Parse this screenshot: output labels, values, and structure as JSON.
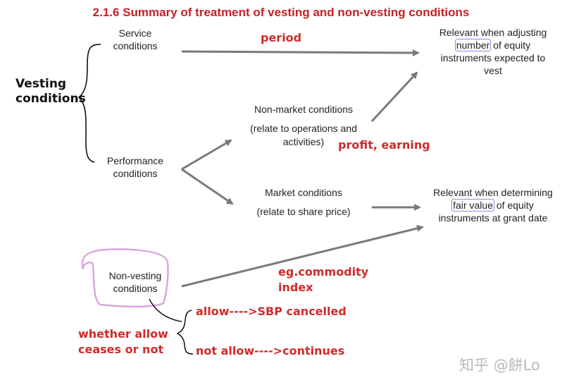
{
  "title": "2.1.6 Summary of treatment of vesting and non-vesting conditions",
  "nodes": {
    "service": [
      "Service",
      "conditions"
    ],
    "performance": [
      "Performance",
      "conditions"
    ],
    "non_market": [
      "Non-market conditions",
      "(relate to operations and",
      "activities)"
    ],
    "market": [
      "Market conditions",
      "(relate to share price)"
    ],
    "non_vesting": [
      "Non-vesting",
      "conditions"
    ],
    "adjusting": {
      "line1": "Relevant when adjusting",
      "boxed": "number",
      "line2_rest": " of equity",
      "line3": "instruments expected to",
      "line4": "vest"
    },
    "determining": {
      "line1": "Relevant when determining",
      "boxed": "fair value",
      "line2_rest": " of equity",
      "line3": "instruments at grant date"
    }
  },
  "annotations": {
    "vesting": [
      "Vesting",
      "conditions"
    ],
    "period": "period",
    "profit": "profit, earning",
    "commodity": [
      "eg.commodity",
      "index"
    ],
    "whether": [
      "whether allow",
      "ceases or not"
    ],
    "allow": "allow---->SBP cancelled",
    "not_allow": "not allow---->continues"
  },
  "watermark": "知乎 @餅Lo",
  "colors": {
    "title": "#c8202a",
    "annotation": "#d12a2a",
    "arrow": "#7a7a7a",
    "highlight_box": "#8a8ee0",
    "lasso": "#d6a6dc"
  }
}
